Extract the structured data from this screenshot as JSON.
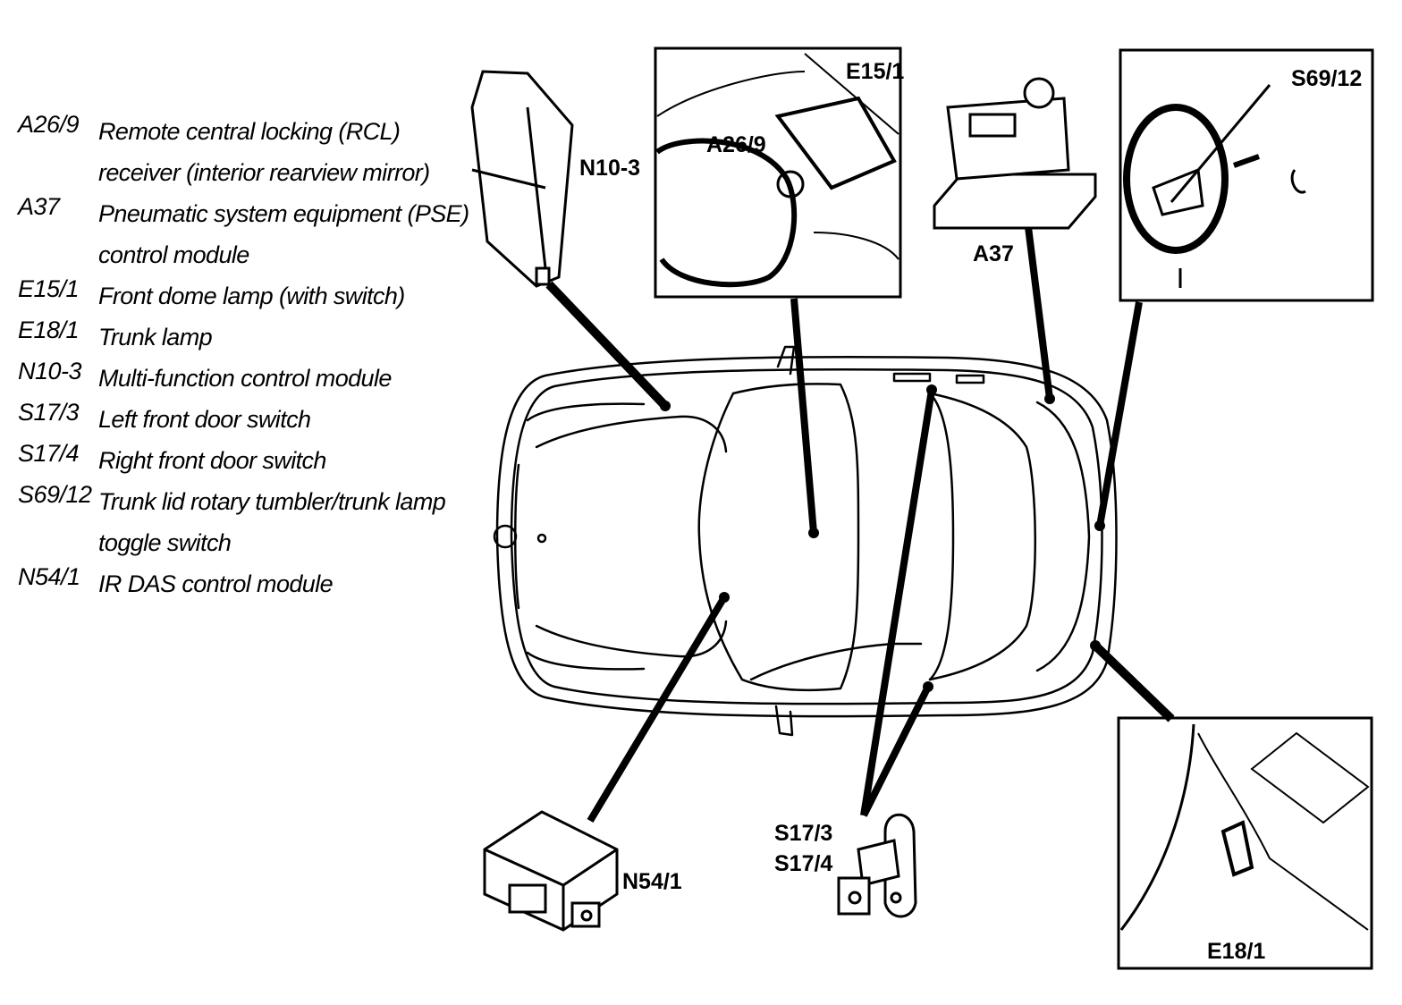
{
  "legend": [
    {
      "code": "A26/9",
      "description": "Remote central locking (RCL) receiver (interior rearview mirror)"
    },
    {
      "code": "A37",
      "description": "Pneumatic system equipment (PSE) control module"
    },
    {
      "code": "E15/1",
      "description": "Front dome lamp (with switch)"
    },
    {
      "code": "E18/1",
      "description": "Trunk lamp"
    },
    {
      "code": "N10-3",
      "description": "Multi-function control module"
    },
    {
      "code": "S17/3",
      "description": "Left front door switch"
    },
    {
      "code": "S17/4",
      "description": "Right front door switch"
    },
    {
      "code": "S69/12",
      "description": "Trunk lid rotary tumbler/trunk lamp toggle switch"
    },
    {
      "code": "N54/1",
      "description": "IR DAS control module"
    }
  ],
  "callouts": {
    "n10_3": "N10-3",
    "e15_1": "E15/1",
    "a26_9": "A26/9",
    "a37": "A37",
    "s69_12": "S69/12",
    "n54_1": "N54/1",
    "s17_3": "S17/3",
    "s17_4": "S17/4",
    "e18_1": "E18/1"
  }
}
